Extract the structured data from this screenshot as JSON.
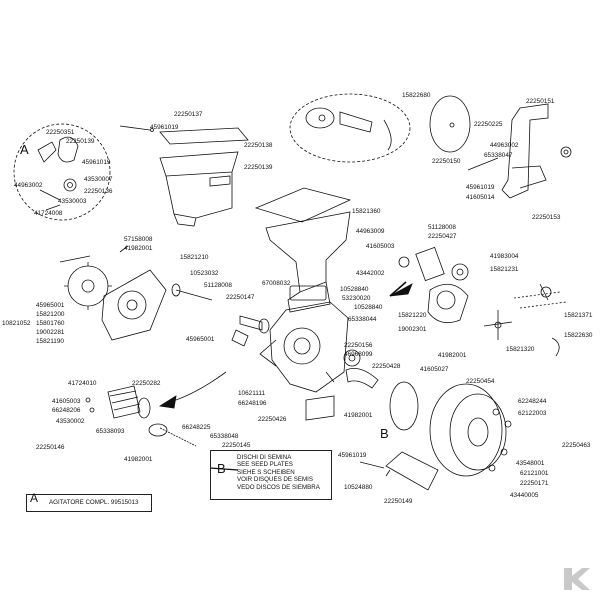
{
  "colors": {
    "line": "#111111",
    "shade": "#bdbdbd",
    "logo": "#c9c9c9"
  },
  "labels": {
    "l1": "22250137",
    "l2": "45961019",
    "l3": "22250138",
    "l4": "22250139",
    "l5": "15822680",
    "l6": "22250151",
    "l7": "22250351",
    "l8": "22250139",
    "l9": "45961019",
    "l10": "43530007",
    "l11": "22250136",
    "l12": "43530003",
    "l13": "41724008",
    "l14": "44963002",
    "l15": "22250225",
    "l16": "44963002",
    "l17": "65338047",
    "l18": "22250150",
    "l19": "45961019",
    "l20": "41605014",
    "l21": "22250153",
    "l22": "15821360",
    "l23": "44963009",
    "l24": "41605003",
    "l25": "43442002",
    "l26": "51128008",
    "l27": "22250427",
    "l28": "41983004",
    "l29": "15821231",
    "l30": "57158008",
    "l31": "41982001",
    "l32": "15821210",
    "l33": "10523032",
    "l34": "51128008",
    "l35": "67008032",
    "l36": "22250147",
    "l37": "10528840",
    "l38": "53230020",
    "l39": "10528840",
    "l40": "65338044",
    "l41": "45965001",
    "l42": "15821200",
    "l43": "15801760",
    "l44": "19002281",
    "l45": "15821190",
    "l46": "10821052",
    "l47": "45965001",
    "l48": "15821220",
    "l49": "19002301",
    "l50": "15821371",
    "l51": "15821320",
    "l52": "15822630",
    "l53": "22250156",
    "l54": "46968099",
    "l55": "22250428",
    "l56": "41982001",
    "l57": "41605027",
    "l58": "41724010",
    "l59": "22250282",
    "l60": "41605003",
    "l61": "66248206",
    "l62": "43530002",
    "l63": "65338093",
    "l64": "66248225",
    "l65": "65338048",
    "l66": "22250145",
    "l67": "22250146",
    "l68": "41982001",
    "l69": "10621111",
    "l70": "66248196",
    "l71": "22250426",
    "l72": "41982001",
    "l73": "22250454",
    "l74": "62248244",
    "l75": "62122003",
    "l76": "22250463",
    "l77": "45961019",
    "l78": "10524880",
    "l79": "22250149",
    "l80": "43548001",
    "l81": "62121001",
    "l82": "22250171",
    "l83": "43440005"
  },
  "letters": {
    "a": "A",
    "b_upper": "B",
    "b_lower": "B",
    "a_legend": "A",
    "b_legend": "B"
  },
  "legend": {
    "seed_plates": [
      "DISCHI DI SEMINA",
      "SEE SEED PLATES",
      "SIEHE S SCHEIBEN",
      "VOIR DISQUES DE SEMIS",
      "VEDO DISCOS DE SIEMBRA"
    ],
    "agitator": "AGITATORE COMPL. 99515013"
  },
  "logo": {
    "mark": "K"
  }
}
